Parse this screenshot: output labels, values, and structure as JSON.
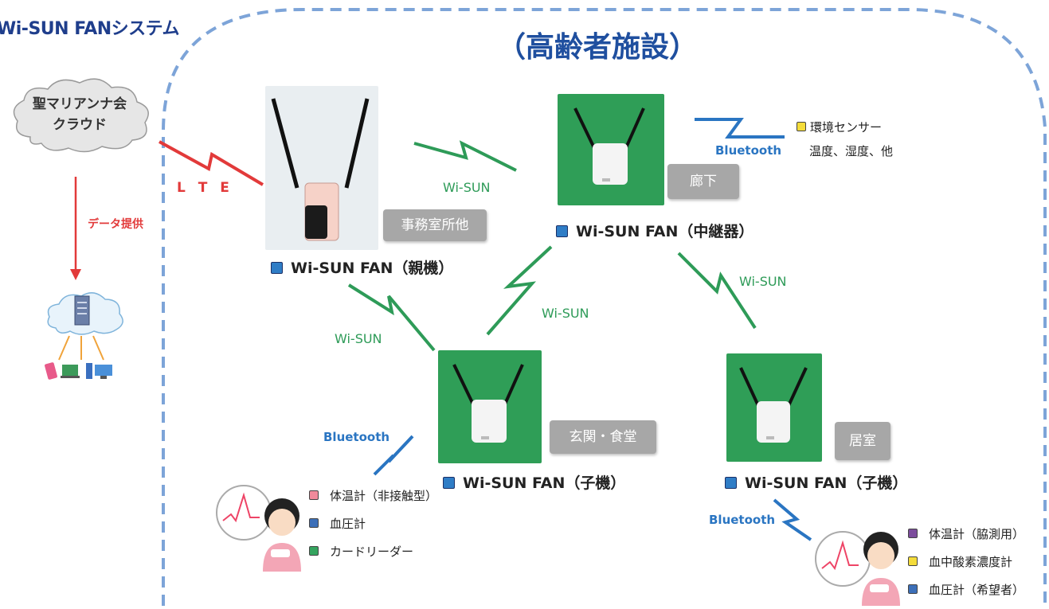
{
  "header": {
    "system_title": "Wi-SUN FANシステム",
    "facility_title": "（高齢者施設）"
  },
  "cloud": {
    "line1": "聖マリアンナ会",
    "line2": "クラウド",
    "lte_label": "L T E",
    "data_label": "データ提供"
  },
  "devices": {
    "parent": {
      "label": "Wi-SUN FAN（親機）",
      "location": "事務室所他"
    },
    "relay": {
      "label": "Wi-SUN FAN（中継器）",
      "location": "廊下"
    },
    "child1": {
      "label": "Wi-SUN FAN（子機）",
      "location": "玄関・食堂"
    },
    "child2": {
      "label": "Wi-SUN FAN（子機）",
      "location": "居室"
    }
  },
  "links": {
    "wisun": "Wi-SUN",
    "bluetooth": "Bluetooth"
  },
  "env_sensor": {
    "name": "環境センサー",
    "detail": "温度、湿度、他"
  },
  "sensors_child1": [
    {
      "name": "体温計（非接触型）",
      "color": "#f08a9b"
    },
    {
      "name": "血圧計",
      "color": "#3c6fb8"
    },
    {
      "name": "カードリーダー",
      "color": "#35a45f"
    }
  ],
  "sensors_child2": [
    {
      "name": "体温計（脇測用）",
      "color": "#7c4d9c"
    },
    {
      "name": "血中酸素濃度計",
      "color": "#f4dc3a"
    },
    {
      "name": "血圧計（希望者）",
      "color": "#3c6fb8"
    }
  ],
  "colors": {
    "wisun_link": "#2e9b58",
    "bluetooth_link": "#2a75c2",
    "lte_link": "#e23a3a",
    "dashed_border": "#7da4d8",
    "device_marker": "#2f7dc6"
  }
}
